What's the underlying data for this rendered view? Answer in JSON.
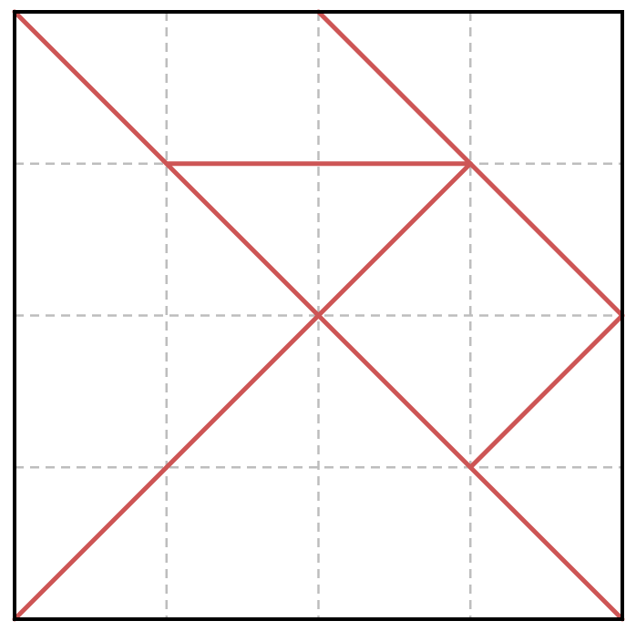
{
  "diagram": {
    "grid_divisions": 4,
    "grid_style": "dashed",
    "colors": {
      "background": "#ffffff",
      "border": "#000000",
      "grid": "#bdbdbd",
      "crease": "#cd5555"
    },
    "segments": [
      {
        "from": [
          0,
          0
        ],
        "to": [
          4,
          4
        ]
      },
      {
        "from": [
          2,
          0
        ],
        "to": [
          4,
          2
        ]
      },
      {
        "from": [
          1,
          1
        ],
        "to": [
          3,
          1
        ]
      },
      {
        "from": [
          0,
          4
        ],
        "to": [
          3,
          1
        ]
      },
      {
        "from": [
          3,
          3
        ],
        "to": [
          4,
          2
        ]
      }
    ]
  }
}
